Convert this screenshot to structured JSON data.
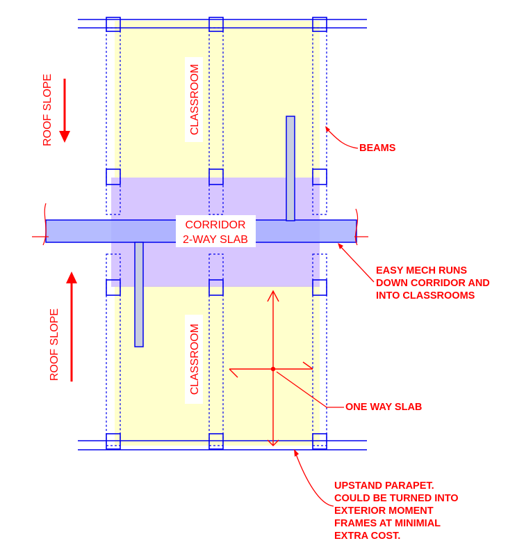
{
  "labels": {
    "classroom_top": "CLASSROOM",
    "classroom_bottom": "CLASSROOM",
    "corridor_line1": "CORRIDOR",
    "corridor_line2": "2-WAY SLAB",
    "roof_slope_top": "ROOF SLOPE",
    "roof_slope_bottom": "ROOF SLOPE"
  },
  "annotations": {
    "beams": "BEAMS",
    "mech_runs": [
      "EASY MECH RUNS",
      "DOWN CORRIDOR AND",
      "INTO CLASSROOMS"
    ],
    "one_way_slab": "ONE WAY SLAB",
    "parapet": [
      "UPSTAND PARAPET.",
      "COULD BE TURNED INTO",
      "EXTERIOR MOMENT",
      "FRAMES AT MINIMIAL",
      "EXTRA COST."
    ]
  },
  "colors": {
    "structure": "#0000ee",
    "annotation": "#ff0000",
    "classroom_fill": "#ffffcc",
    "corridor_fill": "#c9b3ff",
    "duct_fill": "#a8b0ff"
  }
}
